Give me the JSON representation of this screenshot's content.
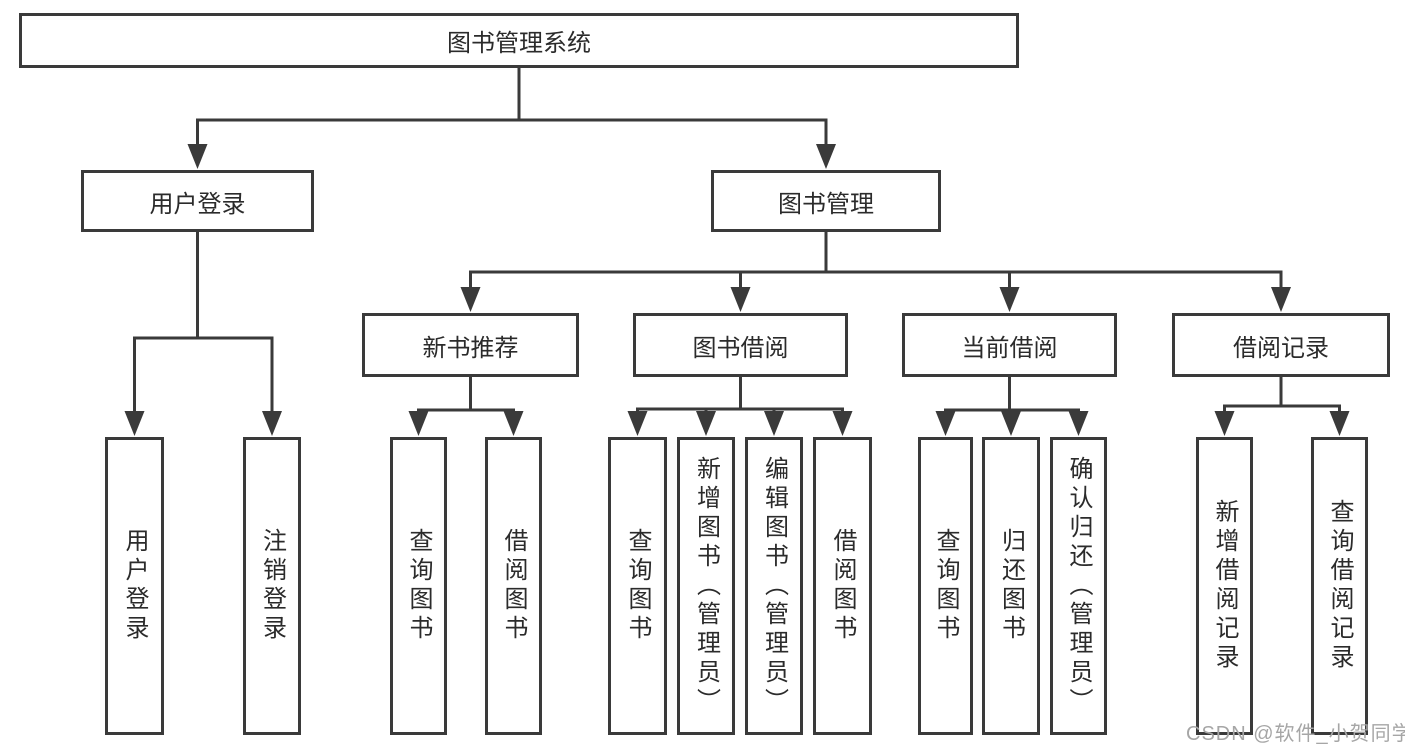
{
  "diagram": {
    "root": {
      "label": "图书管理系统"
    },
    "level2": [
      {
        "id": "user-login",
        "label": "用户登录"
      },
      {
        "id": "book-management",
        "label": "图书管理"
      }
    ],
    "level3": [
      {
        "id": "new-book-recommendation",
        "parent": "图书管理",
        "label": "新书推荐"
      },
      {
        "id": "book-borrowing",
        "parent": "图书管理",
        "label": "图书借阅"
      },
      {
        "id": "current-borrowing",
        "parent": "图书管理",
        "label": "当前借阅"
      },
      {
        "id": "borrowing-records",
        "parent": "图书管理",
        "label": "借阅记录"
      }
    ],
    "leaves": [
      {
        "parent": "用户登录",
        "label": "用户登录"
      },
      {
        "parent": "用户登录",
        "label": "注销登录"
      },
      {
        "parent": "新书推荐",
        "label": "查询图书"
      },
      {
        "parent": "新书推荐",
        "label": "借阅图书"
      },
      {
        "parent": "图书借阅",
        "label": "查询图书"
      },
      {
        "parent": "图书借阅",
        "label": "新增图书（管理员）"
      },
      {
        "parent": "图书借阅",
        "label": "编辑图书（管理员）"
      },
      {
        "parent": "图书借阅",
        "label": "借阅图书"
      },
      {
        "parent": "当前借阅",
        "label": "查询图书"
      },
      {
        "parent": "当前借阅",
        "label": "归还图书"
      },
      {
        "parent": "当前借阅",
        "label": "确认归还（管理员）"
      },
      {
        "parent": "借阅记录",
        "label": "新增借阅记录"
      },
      {
        "parent": "借阅记录",
        "label": "查询借阅记录"
      }
    ],
    "colors": {
      "line": "#3a3a3a",
      "box_border": "#3a3a3a",
      "box_fill": "#ffffff",
      "text": "#2b2b2b",
      "watermark": "#a6a6a6"
    }
  },
  "watermark": {
    "text": "CSDN @软件_小贺同学"
  }
}
